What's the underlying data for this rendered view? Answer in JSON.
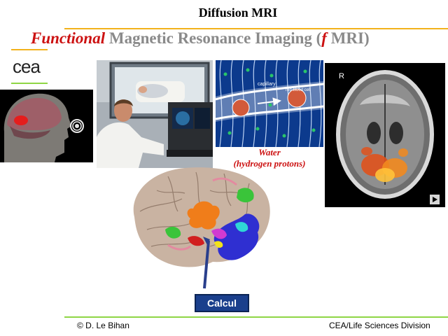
{
  "slide": {
    "title": "Diffusion MRI",
    "headline": {
      "emphasis": "Functional",
      "middle": "Magnetic Resonance Imaging (",
      "f_letter": "f",
      "tail": "MRI)"
    }
  },
  "logo": {
    "text": "cea"
  },
  "images": {
    "capillary": {
      "label_capillary": "capillary",
      "label_cell": "red blood cell"
    },
    "mri_scan": {
      "side_marker": "R"
    }
  },
  "captions": {
    "water_line1": "Water",
    "water_line2": "(hydrogen protons)"
  },
  "button": {
    "calcul_label": "Calcul"
  },
  "footer": {
    "author": "© D. Le Bihan",
    "division": "CEA/Life Sciences Division"
  },
  "colors": {
    "accent_orange": "#f2b21b",
    "accent_green": "#8fd645",
    "headline_red": "#cc1111",
    "headline_gray": "#8a8a8a",
    "button_blue": "#1a3f8c"
  }
}
